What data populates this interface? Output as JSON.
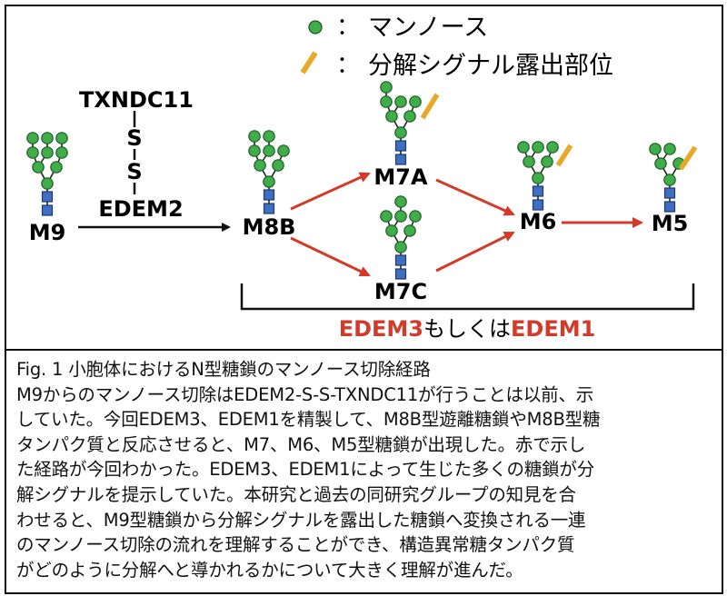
{
  "legend": {
    "mannose_colon": "：",
    "mannose_label": "マンノース",
    "signal_colon": "：",
    "signal_label": "分解シグナル露出部位"
  },
  "complex": {
    "top": "TXNDC11",
    "s1": "S",
    "s2": "S",
    "bottom": "EDEM2"
  },
  "nodes": {
    "m9": "M9",
    "m8b": "M8B",
    "m7a": "M7A",
    "m7c": "M7C",
    "m6": "M6",
    "m5": "M5"
  },
  "enzyme_label": {
    "edem3": "EDEM3",
    "mid": "もしくは",
    "edem1": "EDEM1"
  },
  "colors": {
    "mannose": "#3fae4a",
    "glcnac": "#3f6fc0",
    "signal": "#e8a828",
    "red_arrow": "#d33a2a",
    "edem_text": "#d33a2a"
  },
  "caption": {
    "line1": "Fig. 1 小胞体におけるN型糖鎖のマンノース切除経路",
    "line2": "M9からのマンノース切除はEDEM2-S-S-TXNDC11が行うことは以前、示",
    "line3": "していた。今回EDEM3、EDEM1を精製して、M8B型遊離糖鎖やM8B型糖",
    "line4": "タンパク質と反応させると、M7、M6、M5型糖鎖が出現した。赤で示し",
    "line5": "た経路が今回わかった。EDEM3、EDEM1によって生じた多くの糖鎖が分",
    "line6": "解シグナルを提示していた。本研究と過去の同研究グループの知見を合",
    "line7": "わせると、M9型糖鎖から分解シグナルを露出した糖鎖へ変換される一連",
    "line8": "のマンノース切除の流れを理解することができ、構造異常糖タンパク質",
    "line9": "がどのように分解へと導かれるかについて大きく理解が進んだ。"
  }
}
